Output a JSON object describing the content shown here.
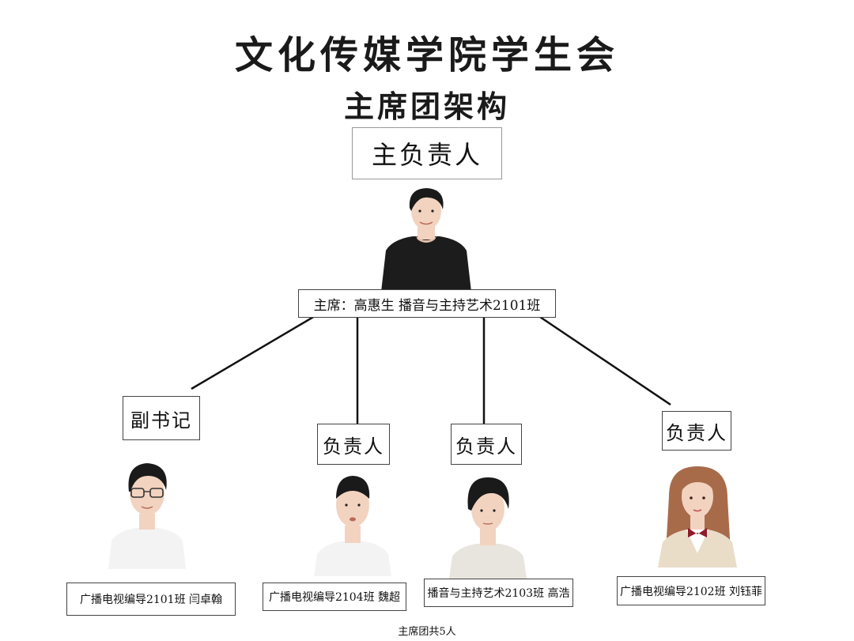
{
  "title": "文化传媒学院学生会",
  "subtitle": "主席团架构",
  "head_label": "主负责人",
  "chair": {
    "label": "主席：高惠生 播音与主持艺术2101班"
  },
  "members": [
    {
      "role": "副书记",
      "name": "广播电视编导2101班 闫卓翰"
    },
    {
      "role": "负责人",
      "name": "广播电视编导2104班 魏超"
    },
    {
      "role": "负责人",
      "name": "播音与主持艺术2103班 高浩"
    },
    {
      "role": "负责人",
      "name": "广播电视编导2102班 刘钰菲"
    }
  ],
  "footer": "主席团共5人",
  "colors": {
    "line": "#111111",
    "box_border": "#444444",
    "shirt_dark": "#1c1c1c",
    "shirt_light": "#f3f3f3",
    "skin": "#f2d3c0",
    "hair": "#1a1a1a",
    "hair_brown": "#a86b4a",
    "tie_red": "#8e1b2b"
  }
}
